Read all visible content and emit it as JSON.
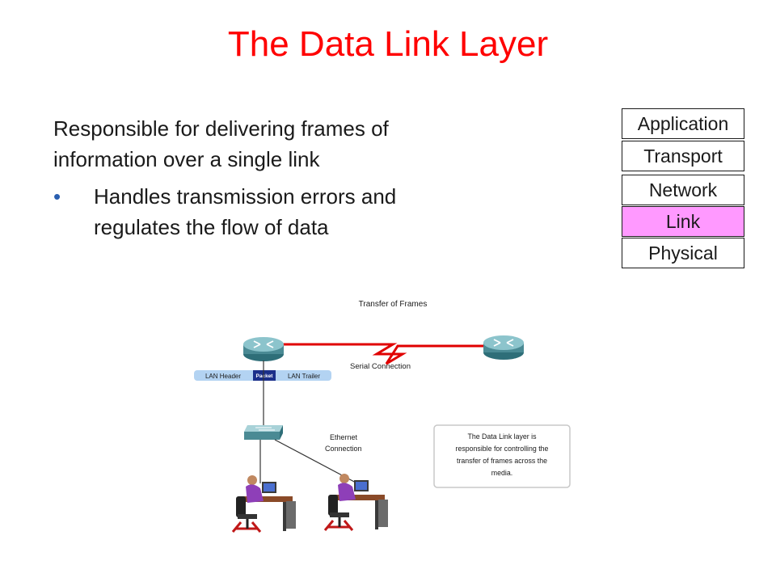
{
  "slide": {
    "title": "The Data Link Layer",
    "intro": "Responsible for delivering frames of information over a single link",
    "bullet": "Handles transmission errors and regulates the flow of data",
    "bullet_glyph": "•"
  },
  "layer_stack": {
    "layers": [
      "Application",
      "Transport",
      "Network",
      "Link",
      "Physical"
    ],
    "highlighted": "Link",
    "highlight_color": "#ff99ff"
  },
  "diagram": {
    "title": "Transfer of Frames",
    "serial_label": "Serial Connection",
    "frame": {
      "header": "LAN Header",
      "packet": "Packet",
      "trailer": "LAN Trailer"
    },
    "ethernet_label_line1": "Ethernet",
    "ethernet_label_line2": "Connection",
    "info_lines": [
      "The Data Link layer is",
      "responsible for controlling the",
      "transfer of frames across the",
      "media."
    ],
    "colors": {
      "serial_link": "#e00000",
      "router": "#4a8a94",
      "frame_band": "#b3d3f2",
      "packet": "#1b2f8a"
    }
  }
}
